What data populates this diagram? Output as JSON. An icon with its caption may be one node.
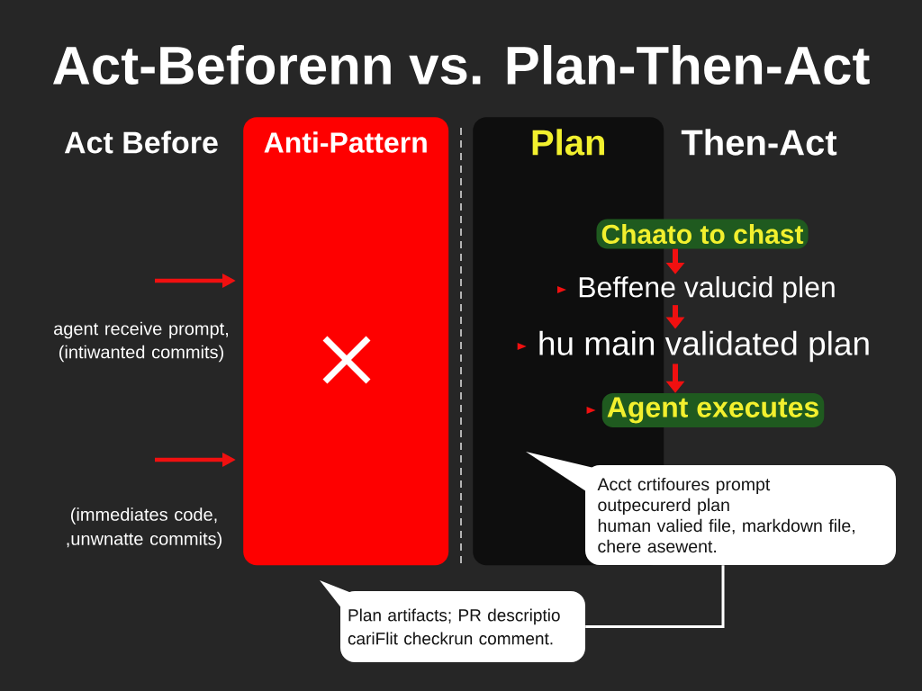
{
  "diagram": {
    "title": "Act-Beforenn vs. Plan-Then-Act",
    "nodes": [
      {
        "text": [
          "Anti-Pattern"
        ],
        "beside": [
          "Act Before"
        ]
      },
      {
        "text": [
          "Plan"
        ],
        "beside": [
          "Then-Act"
        ]
      },
      {
        "text": [
          "Chaato to chast"
        ]
      },
      {
        "text": [
          "Beffene valucid plen"
        ]
      },
      {
        "text": [
          "hu main validated plan"
        ]
      },
      {
        "text": [
          "Agent executes"
        ]
      },
      {
        "text": [
          "Acct crtifoures prompt",
          "outpecurerd plan",
          "human valied file, markdown file,",
          "chere asewent."
        ]
      },
      {
        "text": [
          "Plan artifacts; PR descriptio cariFlit checkrun comment."
        ]
      }
    ],
    "edges": [
      {
        "from": null,
        "to": 0,
        "arrow": "to"
      },
      {
        "from": null,
        "to": 0,
        "arrow": "to"
      },
      {
        "from": 2,
        "to": 3,
        "arrow": "to"
      },
      {
        "from": 3,
        "to": 4,
        "arrow": "to"
      },
      {
        "from": 4,
        "to": 5,
        "arrow": "to"
      },
      {
        "from": 6,
        "to": 7,
        "arrow": "none",
        "color": "#ffffff"
      }
    ],
    "labels": [
      "agent receive prompt, (intiwanted commits)",
      "(immediates code, ,unwnatte commits)"
    ]
  }
}
